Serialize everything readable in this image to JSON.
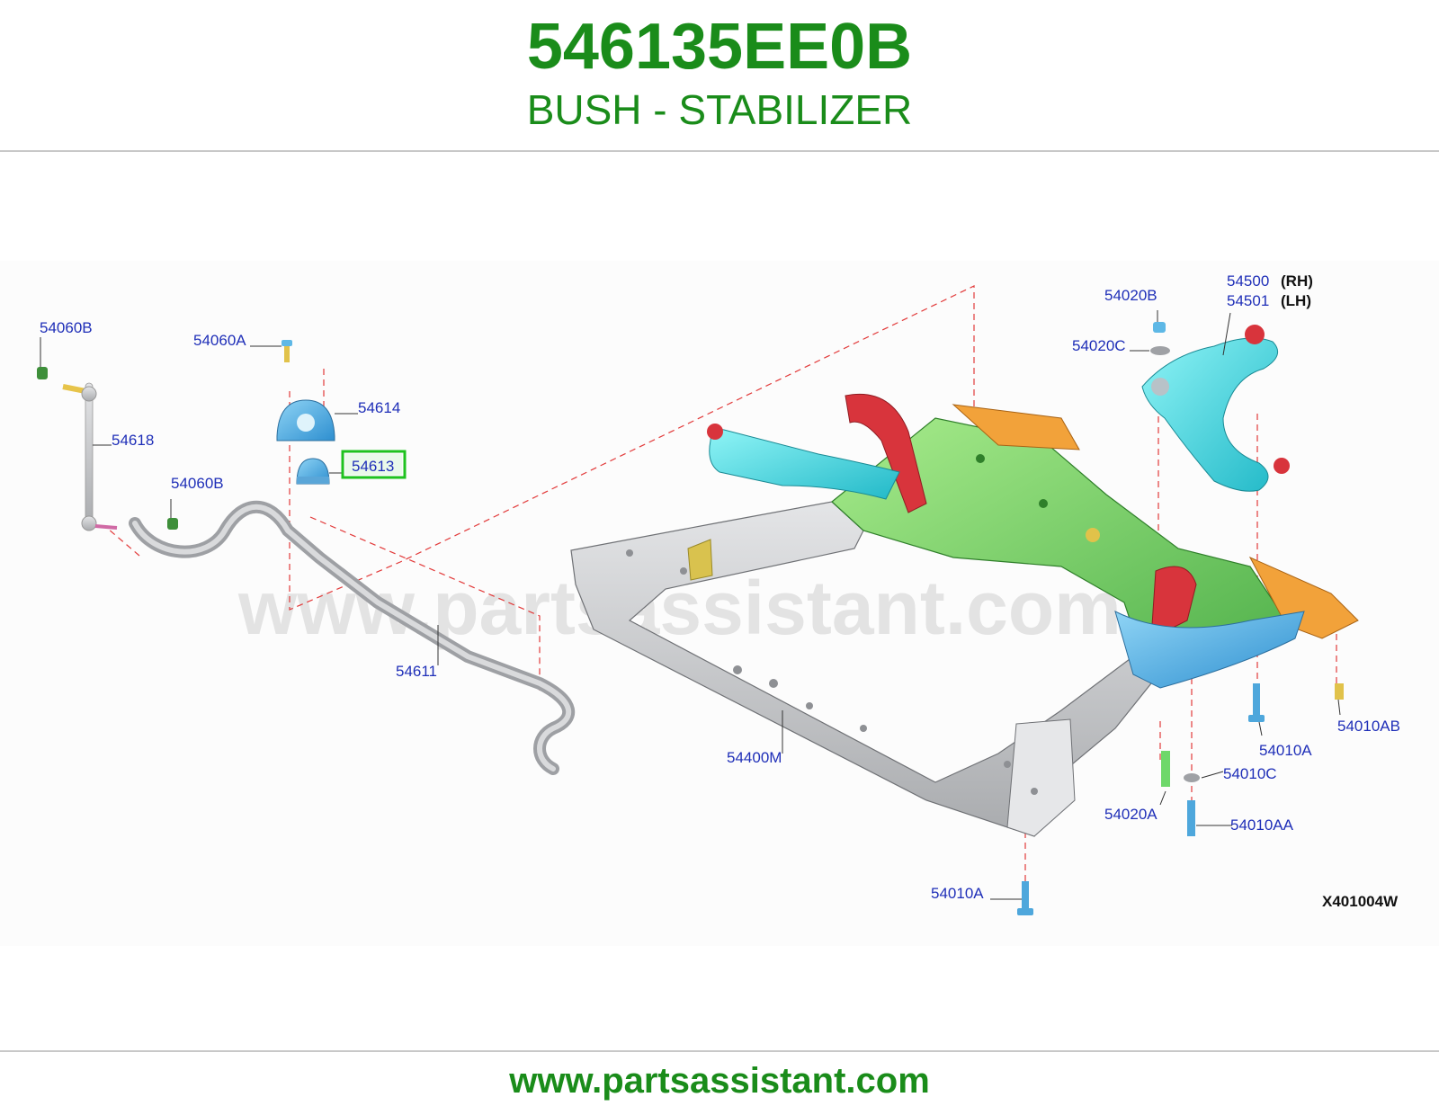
{
  "header": {
    "part_number": "546135EE0B",
    "part_name": "BUSH - STABILIZER"
  },
  "diagram": {
    "watermark": "www.partsassistant.com",
    "drawing_code": "X401004W",
    "highlighted_label": "54613",
    "labels": {
      "l54060B_top": "54060B",
      "l54060A": "54060A",
      "l54614": "54614",
      "l54618": "54618",
      "l54613": "54613",
      "l54060B_mid": "54060B",
      "l54611": "54611",
      "l54400M": "54400M",
      "l54020B": "54020B",
      "l54020C": "54020C",
      "l54500": "54500",
      "l54500_side": "(RH)",
      "l54501": "54501",
      "l54501_side": "(LH)",
      "l54010AB": "54010AB",
      "l54010A_right": "54010A",
      "l54010C": "54010C",
      "l54020A": "54020A",
      "l54010AA": "54010AA",
      "l54010A_bottom": "54010A"
    },
    "colors": {
      "brand_green": "#1a8c1a",
      "label_blue": "#1f2fb8",
      "highlight_green": "#1ec21e",
      "subframe_green": "#7ed36a",
      "arm_cyan": "#3fe0e6",
      "bracket_red": "#d8343c",
      "plate_orange": "#f2a23a",
      "frame_grey": "#c9cacc"
    }
  },
  "footer": {
    "url": "www.partsassistant.com"
  }
}
